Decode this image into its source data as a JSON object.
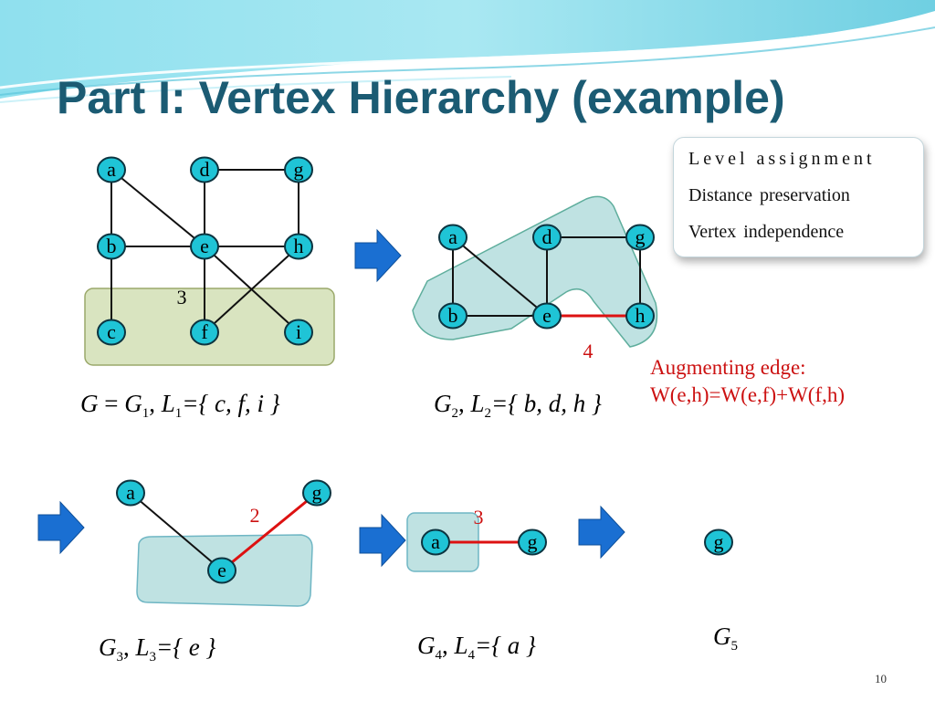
{
  "slide": {
    "title": "Part I: Vertex Hierarchy (example)",
    "page_number": "10"
  },
  "legend": {
    "items": [
      "Level assignment",
      "Distance preservation",
      "Vertex independence"
    ]
  },
  "augmenting_note": {
    "line1": "Augmenting edge:",
    "line2": "W(e,h)=W(e,f)+W(f,h)"
  },
  "graphs": [
    {
      "id": "G1",
      "vertices": [
        "a",
        "d",
        "g",
        "b",
        "e",
        "h",
        "c",
        "f",
        "i"
      ],
      "edges": [
        [
          "a",
          "b"
        ],
        [
          "a",
          "e"
        ],
        [
          "d",
          "g"
        ],
        [
          "d",
          "e"
        ],
        [
          "g",
          "h"
        ],
        [
          "b",
          "e"
        ],
        [
          "e",
          "h"
        ],
        [
          "b",
          "c"
        ],
        [
          "e",
          "f"
        ],
        [
          "e",
          "i"
        ],
        [
          "h",
          "f"
        ]
      ],
      "highlighted": [
        "c",
        "f",
        "i"
      ],
      "edge_weight_label": "3",
      "caption": {
        "g": "G",
        "eq": " = ",
        "g_main": "G",
        "g_sub": "1",
        "l": "L",
        "l_sub": "1",
        "set": "={ c, f, i }"
      }
    },
    {
      "id": "G2",
      "vertices": [
        "a",
        "d",
        "g",
        "b",
        "e",
        "h"
      ],
      "edges": [
        [
          "a",
          "b"
        ],
        [
          "a",
          "e"
        ],
        [
          "d",
          "g"
        ],
        [
          "d",
          "e"
        ],
        [
          "g",
          "h"
        ],
        [
          "b",
          "e"
        ],
        [
          "e",
          "h"
        ]
      ],
      "augmenting_edges": [
        [
          "e",
          "h"
        ]
      ],
      "highlighted": [
        "b",
        "d",
        "h"
      ],
      "edge_weight_label": "4",
      "caption": {
        "g_main": "G",
        "g_sub": "2",
        "l": "L",
        "l_sub": "2",
        "set": "={ b, d, h }"
      }
    },
    {
      "id": "G3",
      "vertices": [
        "a",
        "g",
        "e"
      ],
      "edges": [
        [
          "a",
          "e"
        ],
        [
          "e",
          "g"
        ]
      ],
      "augmenting_edges": [
        [
          "e",
          "g"
        ]
      ],
      "highlighted": [
        "e"
      ],
      "edge_weight_label": "2",
      "caption": {
        "g_main": "G",
        "g_sub": "3",
        "l": "L",
        "l_sub": "3",
        "set": "={ e }"
      }
    },
    {
      "id": "G4",
      "vertices": [
        "a",
        "g"
      ],
      "edges": [
        [
          "a",
          "g"
        ]
      ],
      "augmenting_edges": [
        [
          "a",
          "g"
        ]
      ],
      "highlighted": [
        "a"
      ],
      "edge_weight_label": "3",
      "caption": {
        "g_main": "G",
        "g_sub": "4",
        "l": "L",
        "l_sub": "4",
        "set": "={ a }"
      }
    },
    {
      "id": "G5",
      "vertices": [
        "g"
      ],
      "edges": [],
      "caption": {
        "g_main": "G",
        "g_sub": "5"
      }
    }
  ],
  "colors": {
    "title": "#1b5b73",
    "vertex_fill": "#1fc4d6",
    "vertex_stroke": "#0c3440",
    "edge": "#111111",
    "augmenting_edge": "#dd1111",
    "weight_label": "#cc1111",
    "arrow": "#1a6fd2",
    "highlight_olive": "#d9e4c0",
    "highlight_teal": "#bfe2e2",
    "header_wave": "#7fd6e6"
  }
}
